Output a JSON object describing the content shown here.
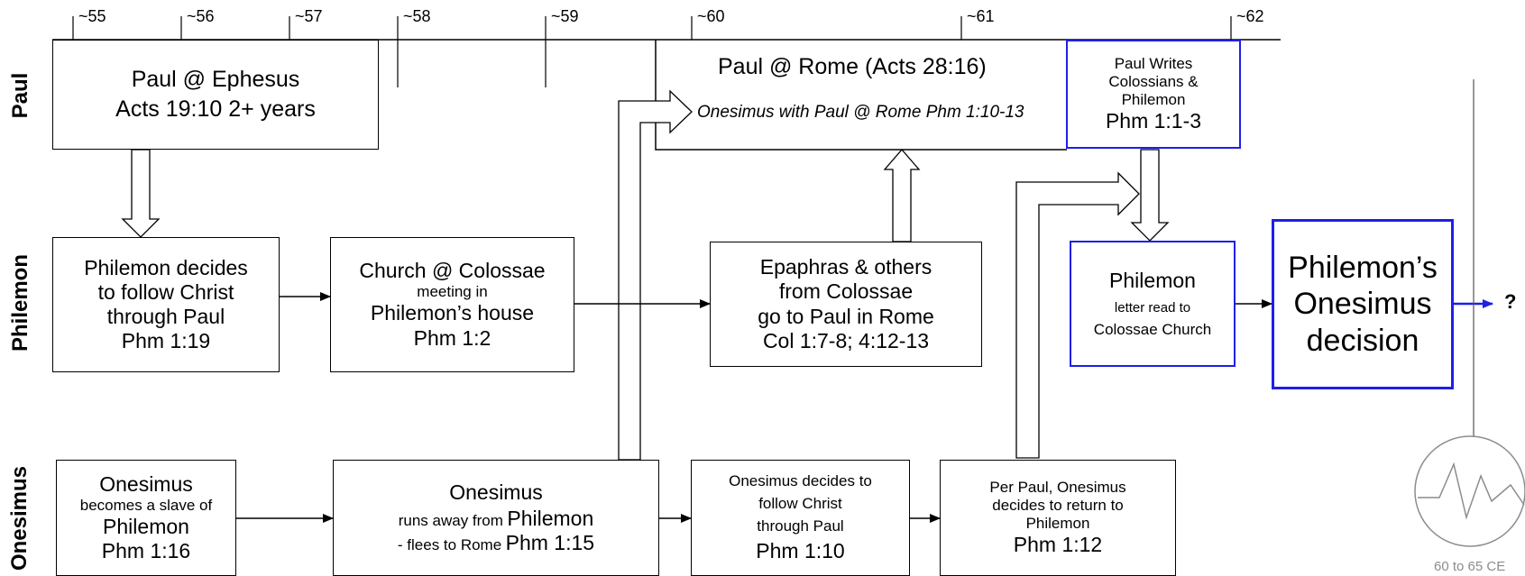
{
  "lanes": {
    "paul": "Paul",
    "philemon": "Philemon",
    "onesimus": "Onesimus"
  },
  "timeline": [
    "~55",
    "~56",
    "~57",
    "~58",
    "~59",
    "~60",
    "~61",
    "~62"
  ],
  "paul": {
    "ephesus": {
      "line1": "Paul @ Ephesus",
      "line2": "Acts 19:10 2+ years"
    },
    "rome": {
      "title": "Paul @ Rome (Acts 28:16)",
      "note": "Onesimus with Paul @ Rome Phm 1:10-13"
    },
    "writes": {
      "line1": "Paul Writes",
      "line2": "Colossians &",
      "line3": "Philemon",
      "ref": "Phm 1:1-3"
    }
  },
  "philemon": {
    "decides": {
      "line1": "Philemon decides",
      "line2": "to follow Christ",
      "line3": "through Paul",
      "ref": "Phm 1:19"
    },
    "church": {
      "line1": "Church @ Colossae",
      "line2": "meeting in",
      "line3": "Philemon’s house",
      "ref": "Phm 1:2"
    },
    "epaphras": {
      "line1": "Epaphras & others",
      "line2": "from Colossae",
      "line3": "go to Paul in Rome",
      "ref": "Col 1:7-8; 4:12-13"
    },
    "letter": {
      "line1": "Philemon",
      "line2": "letter read to",
      "line3": "Colossae Church"
    },
    "decision": {
      "line1": "Philemon’s",
      "line2": "Onesimus",
      "line3": "decision"
    },
    "question": "?"
  },
  "onesimus": {
    "slave": {
      "line1": "Onesimus",
      "line2": "becomes a slave of",
      "line3": "Philemon",
      "ref": "Phm 1:16"
    },
    "runs": {
      "line1": "Onesimus",
      "line2a": "runs away from",
      "line2b": "Philemon",
      "line3a": "- flees to Rome",
      "line3b": "Phm 1:15"
    },
    "follows": {
      "line1": "Onesimus decides to",
      "line2": "follow Christ",
      "line3": "through Paul",
      "ref": "Phm 1:10"
    },
    "returns": {
      "line1": "Per Paul, Onesimus",
      "line2": "decides to return to",
      "line3": "Philemon",
      "ref": "Phm 1:12"
    }
  },
  "era": "60 to 65 CE",
  "colors": {
    "accent": "#1f1fe6",
    "line": "#000000",
    "muted": "#8c8c8c"
  },
  "icons": {
    "era_badge": "heartbeat-icon"
  }
}
